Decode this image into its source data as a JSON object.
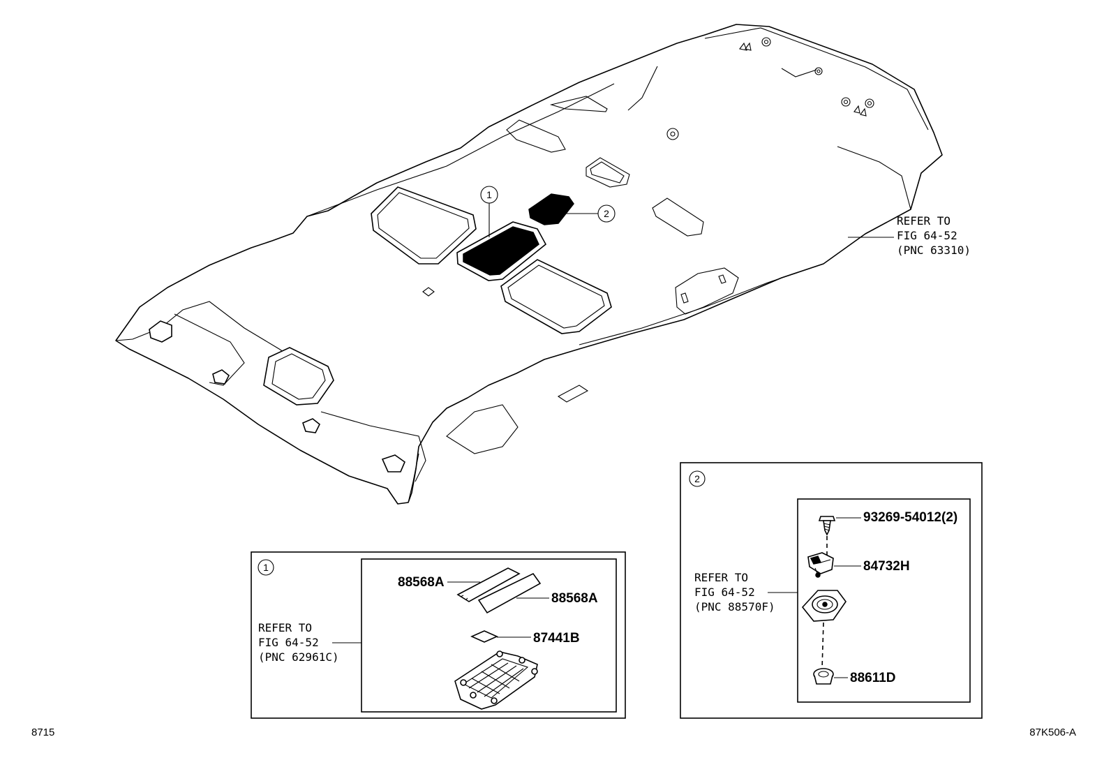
{
  "footer": {
    "left_code": "8715",
    "right_code": "87K506-A"
  },
  "callouts": {
    "one": "1",
    "two": "2"
  },
  "main_refer": {
    "line1": "REFER TO",
    "line2": "FIG 64-52",
    "line3": "(PNC 63310)"
  },
  "detail1": {
    "number": "1",
    "refer": {
      "line1": "REFER TO",
      "line2": "FIG 64-52",
      "line3": "(PNC 62961C)"
    },
    "parts": {
      "pad_a_upper": "88568A",
      "pad_a_lower": "88568A",
      "tape": "87441B"
    }
  },
  "detail2": {
    "number": "2",
    "refer": {
      "line1": "REFER TO",
      "line2": "FIG 64-52",
      "line3": "(PNC 88570F)"
    },
    "parts": {
      "screw": "93269-54012(2)",
      "bracket": "84732H",
      "clip": "88611D"
    }
  }
}
